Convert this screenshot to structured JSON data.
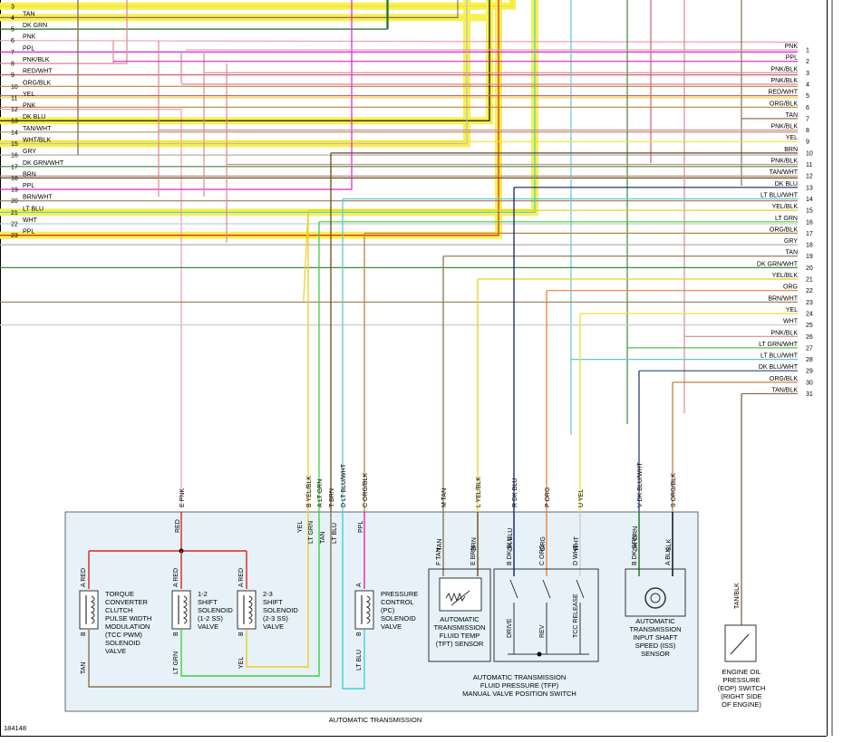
{
  "figure_id": "184148",
  "box_caption": "AUTOMATIC TRANSMISSION",
  "colors": {
    "TAN": "#8b7355",
    "DK GRN": "#1f6b1f",
    "PNK": "#f0a0b0",
    "PPL": "#e020d0",
    "PNK/BLK": "#d88890",
    "RED/WHT": "#d06070",
    "ORG/BLK": "#c08040",
    "YEL": "#f0e030",
    "DK BLU": "#102070",
    "TAN/WHT": "#b09070",
    "WHT/BLK": "#c0c0c0",
    "GRY": "#b0b0b0",
    "DK GRN/WHT": "#3a8a3a",
    "BRN": "#6b4a1a",
    "BRN/WHT": "#9a7a5a",
    "LT BLU": "#40d0e0",
    "WHT": "#cccccc",
    "LT BLU/WHT": "#60c8d8",
    "YEL/BLK": "#e8d020",
    "LT GRN": "#40d040",
    "ORG": "#f08030",
    "LT GRN/WHT": "#50c050",
    "DK BLU/WHT": "#304080",
    "TAN/BLK": "#8a7050",
    "RED": "#e02020",
    "BLK": "#000000",
    "highlight": "#f8f050",
    "box_fill": "#e6f2f8"
  },
  "left_pins": [
    {
      "n": "3",
      "label": ""
    },
    {
      "n": "4",
      "label": "TAN"
    },
    {
      "n": "5",
      "label": "DK GRN"
    },
    {
      "n": "6",
      "label": "PNK"
    },
    {
      "n": "7",
      "label": "PPL"
    },
    {
      "n": "8",
      "label": "PNK/BLK"
    },
    {
      "n": "9",
      "label": "RED/WHT"
    },
    {
      "n": "10",
      "label": "ORG/BLK"
    },
    {
      "n": "11",
      "label": "YEL"
    },
    {
      "n": "12",
      "label": "PNK"
    },
    {
      "n": "13",
      "label": "DK BLU"
    },
    {
      "n": "14",
      "label": "TAN/WHT"
    },
    {
      "n": "15",
      "label": "WHT/BLK"
    },
    {
      "n": "16",
      "label": "GRY"
    },
    {
      "n": "17",
      "label": "DK GRN/WHT"
    },
    {
      "n": "18",
      "label": "BRN"
    },
    {
      "n": "19",
      "label": "PPL"
    },
    {
      "n": "20",
      "label": "BRN/WHT"
    },
    {
      "n": "21",
      "label": "LT BLU"
    },
    {
      "n": "22",
      "label": "WHT"
    },
    {
      "n": "23",
      "label": "PPL"
    }
  ],
  "right_pins": [
    {
      "n": "1",
      "label": "PNK"
    },
    {
      "n": "2",
      "label": "PPL"
    },
    {
      "n": "3",
      "label": "PNK/BLK"
    },
    {
      "n": "4",
      "label": "PNK/BLK"
    },
    {
      "n": "5",
      "label": "RED/WHT"
    },
    {
      "n": "6",
      "label": "ORG/BLK"
    },
    {
      "n": "7",
      "label": "TAN"
    },
    {
      "n": "8",
      "label": "PNK/BLK"
    },
    {
      "n": "9",
      "label": "YEL"
    },
    {
      "n": "10",
      "label": "BRN"
    },
    {
      "n": "11",
      "label": "PNK/BLK"
    },
    {
      "n": "12",
      "label": "TAN/WHT"
    },
    {
      "n": "13",
      "label": "DK BLU"
    },
    {
      "n": "14",
      "label": "LT BLU/WHT"
    },
    {
      "n": "15",
      "label": "YEL/BLK"
    },
    {
      "n": "16",
      "label": "LT GRN"
    },
    {
      "n": "17",
      "label": "ORG/BLK"
    },
    {
      "n": "18",
      "label": "GRY"
    },
    {
      "n": "19",
      "label": "TAN"
    },
    {
      "n": "20",
      "label": "DK GRN/WHT"
    },
    {
      "n": "21",
      "label": "YEL/BLK"
    },
    {
      "n": "22",
      "label": "ORG"
    },
    {
      "n": "23",
      "label": "BRN/WHT"
    },
    {
      "n": "24",
      "label": "YEL"
    },
    {
      "n": "25",
      "label": "WHT"
    },
    {
      "n": "26",
      "label": "PNK/BLK"
    },
    {
      "n": "27",
      "label": "LT GRN/WHT"
    },
    {
      "n": "28",
      "label": "LT BLU/WHT"
    },
    {
      "n": "29",
      "label": "DK BLU/WHT"
    },
    {
      "n": "30",
      "label": "ORG/BLK"
    },
    {
      "n": "31",
      "label": "TAN/BLK"
    }
  ],
  "connector_pins": [
    {
      "letter": "E",
      "color": "PNK"
    },
    {
      "letter": "B",
      "color": "YEL/BLK"
    },
    {
      "letter": "A",
      "color": "LT GRN"
    },
    {
      "letter": "T",
      "color": "BRN"
    },
    {
      "letter": "D",
      "color": "LT BLU/WHT"
    },
    {
      "letter": "C",
      "color": "ORG/BLK"
    },
    {
      "letter": "M",
      "color": "TAN"
    },
    {
      "letter": "L",
      "color": "YEL/BLK"
    },
    {
      "letter": "R",
      "color": "DK BLU"
    },
    {
      "letter": "P",
      "color": "ORG"
    },
    {
      "letter": "U",
      "color": "YEL"
    },
    {
      "letter": "V",
      "color": "DK BLU/WHT"
    },
    {
      "letter": "S",
      "color": "ORG/BLK"
    }
  ],
  "box_wire_labels": [
    {
      "text": "RED"
    },
    {
      "text": "YEL"
    },
    {
      "text": "LT GRN"
    },
    {
      "text": "TAN"
    },
    {
      "text": "LT BLU"
    },
    {
      "text": "PPL"
    },
    {
      "text": "TAN"
    },
    {
      "text": "BRN"
    },
    {
      "text": "DK BLU"
    },
    {
      "text": "ORG"
    },
    {
      "text": "WHT"
    },
    {
      "text": "DK GRN"
    },
    {
      "text": "BLK"
    }
  ],
  "component_pin_labels": [
    {
      "text": "A  RED"
    },
    {
      "text": "B"
    },
    {
      "text": "TAN"
    },
    {
      "text": "A  RED"
    },
    {
      "text": "B"
    },
    {
      "text": "LT GRN"
    },
    {
      "text": "A  RED"
    },
    {
      "text": "B"
    },
    {
      "text": "YEL"
    },
    {
      "text": "A"
    },
    {
      "text": "B"
    },
    {
      "text": "LT BLU"
    },
    {
      "text": "F  TAN"
    },
    {
      "text": "E  BRN"
    },
    {
      "text": "B  DK BLU"
    },
    {
      "text": "C  ORG"
    },
    {
      "text": "D  WHT"
    },
    {
      "text": "B  DK GRN"
    },
    {
      "text": "A  BLK"
    },
    {
      "text": "TAN/BLK"
    }
  ],
  "components": {
    "tcc_pwm": [
      "TORQUE",
      "CONVERTER",
      "CLUTCH",
      "PULSE WIDTH",
      "MODULATION",
      "(TCC PWM)",
      "SOLENOID",
      "VALVE"
    ],
    "shift12": [
      "1-2",
      "SHIFT",
      "SOLENOID",
      "(1-2 SS)",
      "VALVE"
    ],
    "shift23": [
      "2-3",
      "SHIFT",
      "SOLENOID",
      "(2-3 SS)",
      "VALVE"
    ],
    "pc": [
      "PRESSURE",
      "CONTROL",
      "(PC)",
      "SOLENOID",
      "VALVE"
    ],
    "tft": [
      "AUTOMATIC",
      "TRANSMISSION",
      "FLUID TEMP",
      "(TFT) SENSOR"
    ],
    "tfp": [
      "AUTOMATIC TRANSMISSION",
      "FLUID PRESSURE (TFP)",
      "MANUAL VALVE POSITION SWITCH"
    ],
    "tfp_switches": [
      "DRIVE",
      "REV",
      "TCC RELEASE"
    ],
    "iss": [
      "AUTOMATIC",
      "TRANSMISSION",
      "INPUT SHAFT",
      "SPEED (ISS)",
      "SENSOR"
    ],
    "eop": [
      "ENGINE OIL",
      "PRESSURE",
      "(EOP) SWITCH",
      "(RIGHT SIDE",
      "OF ENGINE)"
    ]
  }
}
